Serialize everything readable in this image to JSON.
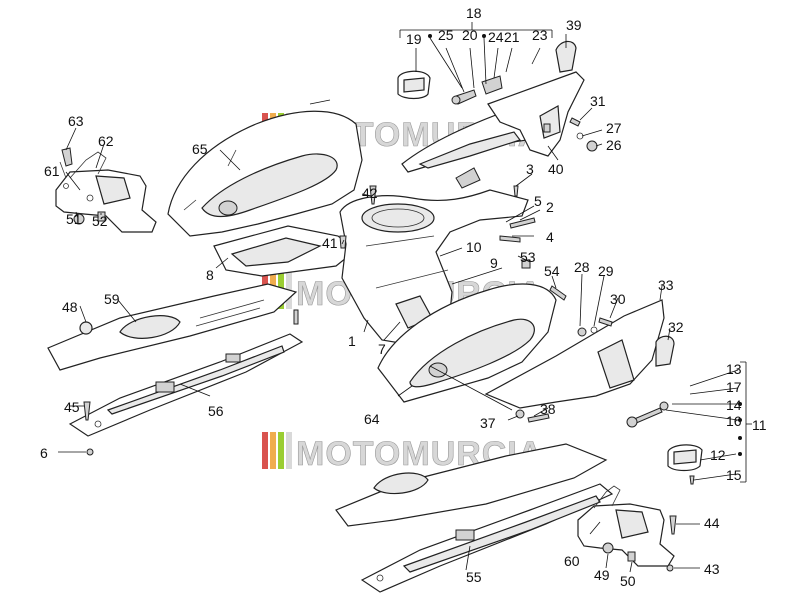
{
  "watermark": {
    "text": "MOTOMURCIA",
    "stripes": [
      "#d9534f",
      "#f0ad4e",
      "#9acd32",
      "#d9d9d9"
    ]
  },
  "callouts": [
    "1",
    "2",
    "3",
    "4",
    "5",
    "6",
    "7",
    "8",
    "9",
    "10",
    "11",
    "12",
    "13",
    "14",
    "15",
    "16",
    "17",
    "18",
    "19",
    "20",
    "21",
    "23",
    "24",
    "25",
    "26",
    "27",
    "28",
    "29",
    "30",
    "31",
    "32",
    "33",
    "37",
    "38",
    "39",
    "40",
    "41",
    "42",
    "43",
    "44",
    "45",
    "48",
    "49",
    "50",
    "51",
    "52",
    "53",
    "54",
    "55",
    "56",
    "59",
    "60",
    "61",
    "62",
    "63",
    "64",
    "65"
  ]
}
